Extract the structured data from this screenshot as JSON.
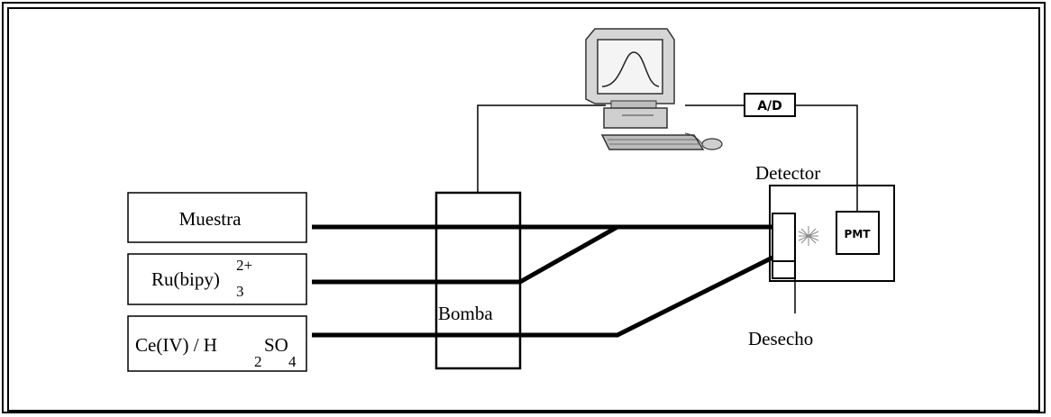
{
  "labels": {
    "muestra": "Muestra",
    "ru_main": "Ru(bipy)",
    "ru_sup": "2+",
    "ru_sub": "3",
    "ce_main": "Ce(IV) / H",
    "ce_sub2": "2",
    "ce_so": "SO",
    "ce_sub4": "4",
    "bomba": "Bomba",
    "detector": "Detector",
    "desecho": "Desecho",
    "ad": "A/D",
    "pmt": "PMT"
  },
  "icons": {
    "computer": "computer-icon",
    "flash": "flash-icon"
  }
}
